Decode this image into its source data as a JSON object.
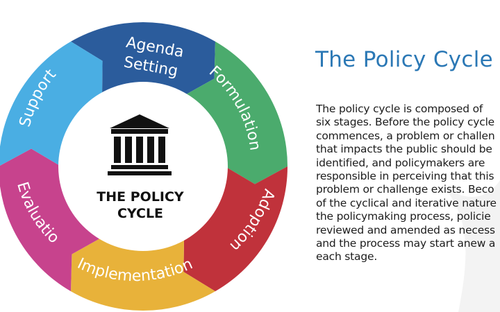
{
  "diagram": {
    "center_title_line1": "THE POLICY",
    "center_title_line2": "CYCLE",
    "center_icon": "government-building-icon",
    "stages": [
      {
        "label": "Agenda",
        "color": "#2b5c9c"
      },
      {
        "label": "Setting",
        "color": "#2b5c9c"
      },
      {
        "label": "Formulation",
        "color": "#4bab6d"
      },
      {
        "label": "Adoption",
        "color": "#c0323b"
      },
      {
        "label": "Implementation",
        "color": "#e8b23a"
      },
      {
        "label": "Evaluation",
        "color": "#c7438d"
      },
      {
        "label": "Support",
        "color": "#4aaee3"
      }
    ]
  },
  "panel": {
    "title": "The Policy Cycle",
    "body_lines": [
      "The policy cycle is composed of",
      "six stages. Before the policy cycle",
      "commences, a problem or challen",
      "that impacts the public should be",
      "identified, and policymakers are",
      "responsible in perceiving that this",
      "problem or challenge exists. Beco",
      "of the cyclical and iterative nature",
      "the policymaking process, policie",
      "reviewed and amended as necess",
      "and the process may start anew a",
      "each stage."
    ]
  }
}
